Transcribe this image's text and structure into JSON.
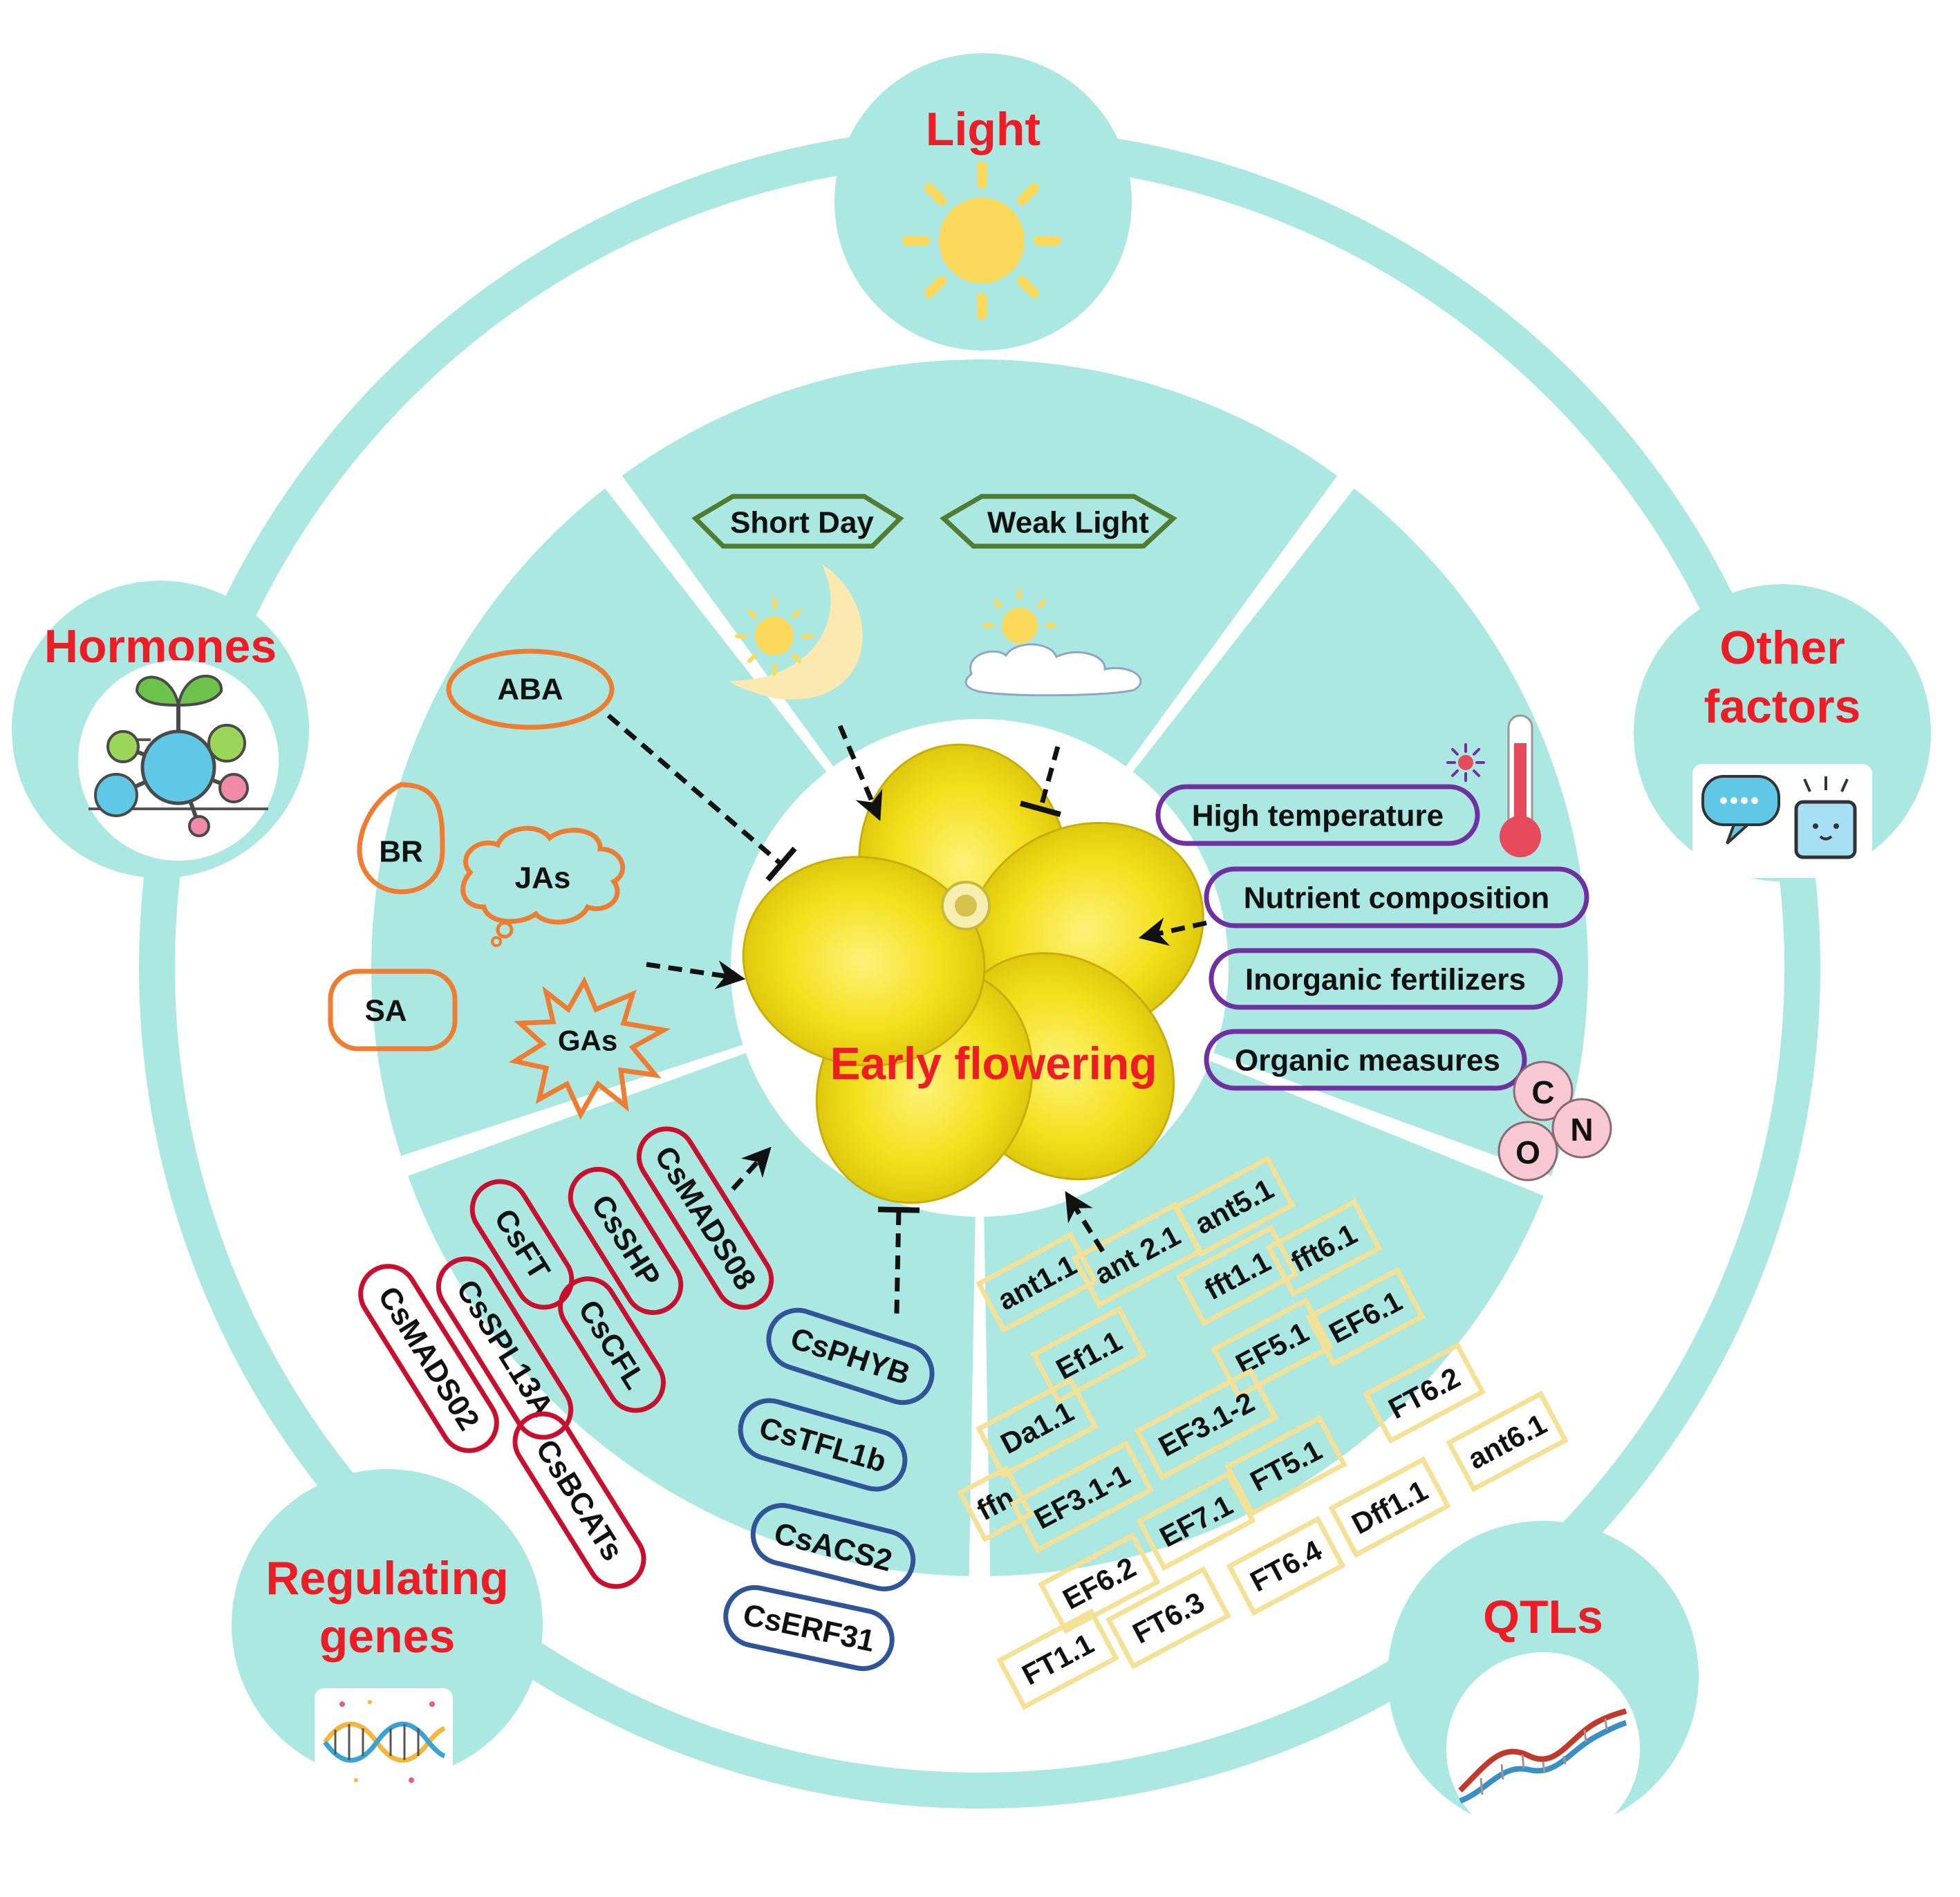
{
  "categories": {
    "light": "Light",
    "hormones": "Hormones",
    "other_line1": "Other",
    "other_line2": "factors",
    "regulating_line1": "Regulating",
    "regulating_line2": "genes",
    "qtls": "QTLs"
  },
  "center_label": "Early flowering",
  "light_factors": [
    "Short Day",
    "Weak Light"
  ],
  "hormones": [
    "ABA",
    "BR",
    "JAs",
    "SA",
    "GAs"
  ],
  "other_factors": [
    "High temperature",
    "Nutrient composition",
    "Inorganic fertilizers",
    "Organic measures"
  ],
  "elements": [
    "C",
    "N",
    "O"
  ],
  "promoting_genes": [
    "CsMADS08",
    "CsSHP",
    "CsFT",
    "CsCFL",
    "CsSPL13A",
    "CsMADS02",
    "CsBCATs"
  ],
  "inhibiting_genes": [
    "CsPHYB",
    "CsTFL1b",
    "CsACS2",
    "CsERF31"
  ],
  "qtls": [
    "ant5.1",
    "ant1.1",
    "ant 2.1",
    "fft1.1",
    "fft6.1",
    "Ef1.1",
    "EF5.1",
    "EF6.1",
    "Da1.1",
    "EF3.1-2",
    "FT6.2",
    "ffn",
    "EF3.1-1",
    "FT5.1",
    "ant6.1",
    "EF7.1",
    "Dff1.1",
    "EF6.2",
    "FT6.4",
    "FT1.1",
    "FT6.3"
  ],
  "colors": {
    "teal": "#abe8e2",
    "red_text": "#ee1c24",
    "hormone_outline": "#ee7d31",
    "light_outline": "#4e7d33",
    "other_outline": "#7030a0",
    "promoter_outline": "#c8102e",
    "inhibitor_outline": "#2f5597",
    "qtl_outline": "#f5e196",
    "flower": "#f3e01c"
  }
}
